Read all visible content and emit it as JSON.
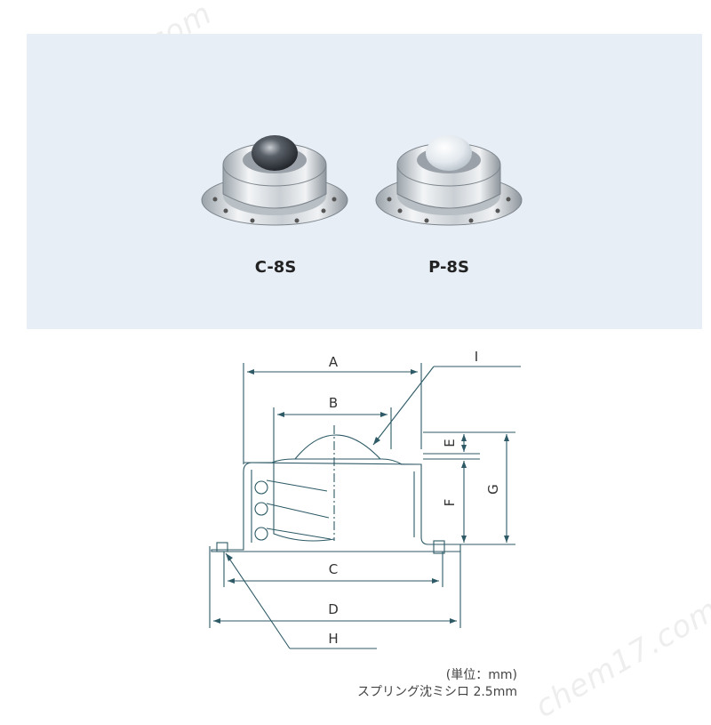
{
  "watermark": "chem17.com",
  "products": [
    {
      "label": "C-8S",
      "ball_color": "#3a3f46"
    },
    {
      "label": "P-8S",
      "ball_color": "#e8eef3"
    }
  ],
  "drawing": {
    "dimensions": {
      "A": "A",
      "B": "B",
      "C": "C",
      "D": "D",
      "E": "E",
      "F": "F",
      "G": "G",
      "H": "H",
      "I": "I"
    },
    "line_color": "#2d5a66"
  },
  "notes": {
    "unit": "(単位：mm)",
    "spring": "スプリング沈ミシロ 2.5mm"
  },
  "colors": {
    "panel_bg": "#e7eef6"
  }
}
